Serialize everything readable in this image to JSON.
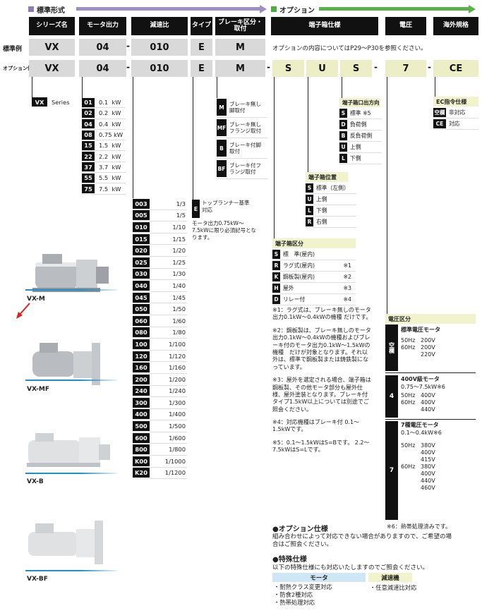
{
  "sections": {
    "standard": "標準形式",
    "option": "オプション"
  },
  "headers": {
    "series": "シリーズ名",
    "motor": "モータ出力",
    "ratio": "減速比",
    "type": "タイプ",
    "brake": "ブレーキ区分・取付",
    "terminal": "端子箱仕様",
    "voltage": "電圧",
    "overseas": "海外規格"
  },
  "rows": {
    "example_label": "標準例",
    "option_label": "オプション例",
    "std": {
      "series": "VX",
      "motor": "04",
      "ratio": "010",
      "type": "E",
      "brake": "M"
    },
    "opt": {
      "series": "VX",
      "motor": "04",
      "ratio": "010",
      "type": "E",
      "brake": "M",
      "t1": "S",
      "t2": "U",
      "t3": "S",
      "voltage": "7",
      "overseas": "CE"
    }
  },
  "option_note": "オプションの内容についてはP29～P30を参照ください。",
  "series_list": [
    {
      "code": "VX",
      "label": "Series"
    }
  ],
  "motor_list": [
    {
      "code": "01",
      "value": "0.1  kW"
    },
    {
      "code": "02",
      "value": "0.2  kW"
    },
    {
      "code": "04",
      "value": "0.4  kW"
    },
    {
      "code": "08",
      "value": "0.75 kW"
    },
    {
      "code": "15",
      "value": "1.5  kW"
    },
    {
      "code": "22",
      "value": "2.2  kW"
    },
    {
      "code": "37",
      "value": "3.7  kW"
    },
    {
      "code": "55",
      "value": "5.5  kW"
    },
    {
      "code": "75",
      "value": "7.5  kW"
    }
  ],
  "ratio_list": [
    {
      "code": "003",
      "value": "1/3"
    },
    {
      "code": "005",
      "value": "1/5"
    },
    {
      "code": "010",
      "value": "1/10"
    },
    {
      "code": "015",
      "value": "1/15"
    },
    {
      "code": "020",
      "value": "1/20"
    },
    {
      "code": "025",
      "value": "1/25"
    },
    {
      "code": "030",
      "value": "1/30"
    },
    {
      "code": "040",
      "value": "1/40"
    },
    {
      "code": "045",
      "value": "1/45"
    },
    {
      "code": "050",
      "value": "1/50"
    },
    {
      "code": "060",
      "value": "1/60"
    },
    {
      "code": "080",
      "value": "1/80"
    },
    {
      "code": "100",
      "value": "1/100"
    },
    {
      "code": "120",
      "value": "1/120"
    },
    {
      "code": "160",
      "value": "1/160"
    },
    {
      "code": "200",
      "value": "1/200"
    },
    {
      "code": "240",
      "value": "1/240"
    },
    {
      "code": "300",
      "value": "1/300"
    },
    {
      "code": "400",
      "value": "1/400"
    },
    {
      "code": "500",
      "value": "1/500"
    },
    {
      "code": "600",
      "value": "1/600"
    },
    {
      "code": "800",
      "value": "1/800"
    },
    {
      "code": "K00",
      "value": "1/1000"
    },
    {
      "code": "K20",
      "value": "1/1200"
    }
  ],
  "type_item": {
    "code": "E",
    "label": "トップランナー基準対応"
  },
  "type_note": "モータ出力0.75kW～7.5kWに限り必須記号となります。",
  "brake_list": [
    {
      "code": "M",
      "label": "ブレーキ無し脚取付"
    },
    {
      "code": "MF",
      "label": "ブレーキ無しフランジ取付"
    },
    {
      "code": "B",
      "label": "ブレーキ付脚取付"
    },
    {
      "code": "BF",
      "label": "ブレーキ付フランジ取付"
    }
  ],
  "terminal_dir": {
    "title": "端子箱口出方向",
    "items": [
      {
        "code": "S",
        "label": "標準 ※5"
      },
      {
        "code": "D",
        "label": "負荷側"
      },
      {
        "code": "B",
        "label": "反負荷側"
      },
      {
        "code": "U",
        "label": "上側"
      },
      {
        "code": "L",
        "label": "下側"
      }
    ]
  },
  "terminal_pos": {
    "title": "端子箱位置",
    "items": [
      {
        "code": "S",
        "label": "標準（左側）"
      },
      {
        "code": "U",
        "label": "上側"
      },
      {
        "code": "L",
        "label": "下側"
      },
      {
        "code": "R",
        "label": "右側"
      }
    ]
  },
  "terminal_type": {
    "title": "端子箱区分",
    "items": [
      {
        "code": "S",
        "label": "標　準(屋内)",
        "note": ""
      },
      {
        "code": "R",
        "label": "ラグ式(屋内)",
        "note": "※1"
      },
      {
        "code": "K",
        "label": "鋼板製(屋内)",
        "note": "※2"
      },
      {
        "code": "H",
        "label": "屋外",
        "note": "※3"
      },
      {
        "code": "D",
        "label": "リレー付",
        "note": "※4"
      }
    ]
  },
  "ec": {
    "title": "EC指令仕様",
    "items": [
      {
        "code": "空欄",
        "label": "非対応"
      },
      {
        "code": "CE",
        "label": "対応"
      }
    ]
  },
  "notes": [
    "※1：ラグ式は、ブレーキ無しのモータ出力0.1kW～0.4kWの機種 だけです。",
    "※2：鋼板製は、ブレーキ無しのモータ出力0.1kW～0.4kWの機種およびブレーキ付のモータ出力0.1kW～1.5kWの機種　だけが対象となります。それ以外は、標準で鋼板製または鋳鉄製になっています。",
    "※3：屋外を選定される場合、端子箱は鋼板製、その他モータ部分も屋外仕様、屋外塗装となります。ブレーキ付タイプ1.5kW以上については別途でご照会ください。",
    "※4：対応機種はブレーキ付 0.1～1.5kWです。",
    "※5：0.1～1.5kWはS=Bです。 2.2～7.5kWはS=Lです。"
  ],
  "voltage": {
    "title": "電圧区分",
    "blank": {
      "code": "空欄",
      "title": "標準電圧モータ",
      "lines": [
        {
          "hz": "50Hz",
          "v": "200V"
        },
        {
          "hz": "60Hz",
          "v": "200V"
        },
        {
          "hz": "",
          "v": "220V"
        }
      ]
    },
    "four": {
      "code": "4",
      "title": "400V級モータ",
      "sub": "0.75～7.5kW※6",
      "lines": [
        {
          "hz": "50Hz",
          "v": "400V"
        },
        {
          "hz": "60Hz",
          "v": "400V"
        },
        {
          "hz": "",
          "v": "440V"
        }
      ]
    },
    "seven": {
      "code": "7",
      "title": "7種電圧モータ",
      "sub": "0.1～0.4kW※6",
      "lines": [
        {
          "hz": "50Hz",
          "v": "380V"
        },
        {
          "hz": "",
          "v": "400V"
        },
        {
          "hz": "",
          "v": "415V"
        },
        {
          "hz": "60Hz",
          "v": "380V"
        },
        {
          "hz": "",
          "v": "400V"
        },
        {
          "hz": "",
          "v": "440V"
        },
        {
          "hz": "",
          "v": "460V"
        }
      ]
    },
    "note": "※6：熱帯処理済みです。"
  },
  "option_spec": {
    "title": "●オプション仕様",
    "body": "組み合わせによって対応できない場合がありますので、ご希望の場合はご照会ください。"
  },
  "special": {
    "title": "●特殊仕様",
    "body": "以下の特殊仕様にも対応いたしますのでご照会ください。",
    "motor_title": "モータ",
    "motor_items": [
      "・耐熱クラス変更対応",
      "・防食2種対応",
      "・熱帯処理対応"
    ],
    "gear_title": "減速機",
    "gear_items": [
      "・任意減速比対応"
    ]
  },
  "products": [
    {
      "label": "VX-M"
    },
    {
      "label": "VX-MF"
    },
    {
      "label": "VX-B"
    },
    {
      "label": "VX-BF"
    }
  ],
  "colors": {
    "purple": "#8d7db8",
    "green": "#4cae3f",
    "dark": "#111111",
    "gray": "#d9d9d9",
    "yellow": "#f1f3cc",
    "blue": "#1c8fd1",
    "red": "#e02020"
  }
}
